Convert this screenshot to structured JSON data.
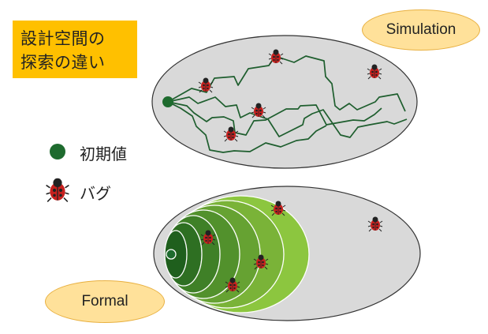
{
  "title": {
    "line1": "設計空間の",
    "line2": "探索の違い"
  },
  "simulation_label": "Simulation",
  "formal_label": "Formal",
  "legend": [
    {
      "icon": "initial-value-dot-icon",
      "label": "初期値"
    },
    {
      "icon": "ladybug-icon",
      "label": "バグ"
    }
  ],
  "colors": {
    "title_bg": "#ffc000",
    "pill_bg": "#ffe19a",
    "space_fill": "#d9d9d9",
    "trace_color": "#1e5e2e",
    "initial_dot": "#1e6b2e",
    "formal_rings": [
      "#8cc63f",
      "#7ab338",
      "#66a232",
      "#52912c",
      "#3f8027",
      "#2e6f22",
      "#1f5f1d"
    ]
  }
}
